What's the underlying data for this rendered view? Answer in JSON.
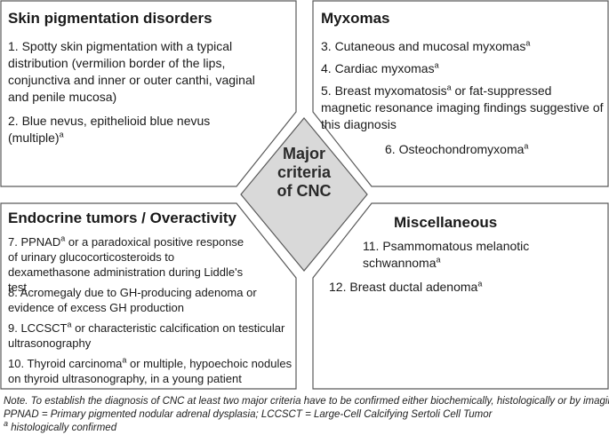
{
  "center": {
    "line1": "Major",
    "line2": "criteria",
    "line3": "of CNC"
  },
  "skin": {
    "title": "Skin pigmentation disorders",
    "item1": "1. Spotty skin pigmentation with a typical distribution (vermilion border of the lips, conjunctiva and inner or outer canthi, vaginal and penile mucosa)",
    "item2": "2. Blue nevus, epithelioid blue nevus (multiple)",
    "item2_sup": "a"
  },
  "myxomas": {
    "title": "Myxomas",
    "item3": "3. Cutaneous and mucosal myxomas",
    "item3_sup": "a",
    "item4": "4. Cardiac myxomas",
    "item4_sup": "a",
    "item5a": "5. Breast myxomatosis",
    "item5_sup": "a",
    "item5b": " or fat-suppressed magnetic resonance imaging findings suggestive of this diagnosis",
    "item6": "6. Osteochondromyxoma",
    "item6_sup": "a"
  },
  "endocrine": {
    "title": "Endocrine tumors / Overactivity",
    "item7a": "7. PPNAD",
    "item7_sup": "a",
    "item7b": " or a paradoxical positive response of urinary glucocorticosteroids to dexamethasone administration during Liddle's test",
    "item8": "8. Acromegaly due to GH-producing adenoma or evidence of excess GH production",
    "item9a": "9. LCCSCT",
    "item9_sup": "a",
    "item9b": " or characteristic calcification on testicular ultrasonography",
    "item10a": "10. Thyroid carcinoma",
    "item10_sup": "a",
    "item10b": " or multiple, hypoechoic nodules on thyroid ultrasonography, in a young patient"
  },
  "misc": {
    "title": "Miscellaneous",
    "item11": "11. Psammomatous melanotic schwannoma",
    "item11_sup": "a",
    "item12": "12. Breast ductal adenoma",
    "item12_sup": "a"
  },
  "notes": {
    "line1": "Note. To establish the diagnosis of CNC at least two major criteria have to be confirmed either biochemically, histologically or by imaging.",
    "line2": "PPNAD = Primary pigmented nodular adrenal dysplasia; LCCSCT = Large-Cell Calcifying Sertoli Cell Tumor",
    "line3_sup": "a",
    "line3": " histologically confirmed"
  },
  "colors": {
    "border": "#5a5a5a",
    "diamond_fill": "#d9d9d9"
  }
}
